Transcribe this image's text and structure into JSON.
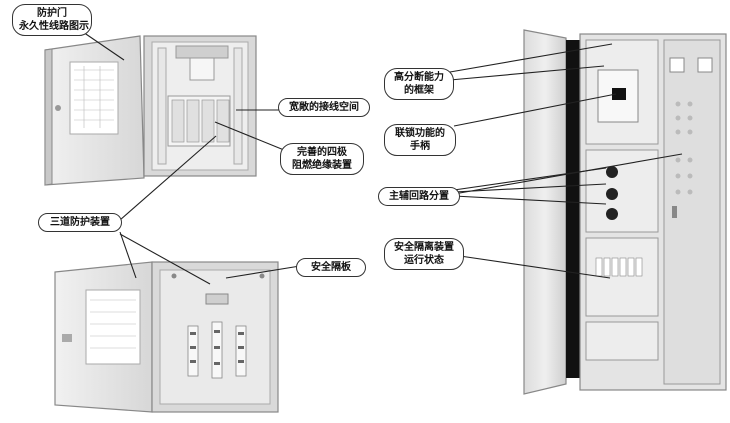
{
  "callouts": {
    "door_line1": "防护门",
    "door_line2": "永久性线路图示",
    "wiring_space": "宽敞的接线空间",
    "four_pole_line1": "完善的四极",
    "four_pole_line2": "阻燃绝缘装置",
    "triple_protection": "三道防护装置",
    "safety_board": "安全隔板",
    "breaker_frame_line1": "高分断能力",
    "breaker_frame_line2": "的框架",
    "interlock_line1": "联锁功能的",
    "interlock_line2": "手柄",
    "main_aux_circuit": "主辅回路分置",
    "isolation_line1": "安全隔离装置",
    "isolation_line2": "运行状态"
  },
  "colors": {
    "cabinet_light": "#e6e6e6",
    "cabinet_mid": "#cfcfcf",
    "cabinet_dark": "#9a9a9a",
    "leader_line": "#222222",
    "black_strip": "#111111"
  }
}
